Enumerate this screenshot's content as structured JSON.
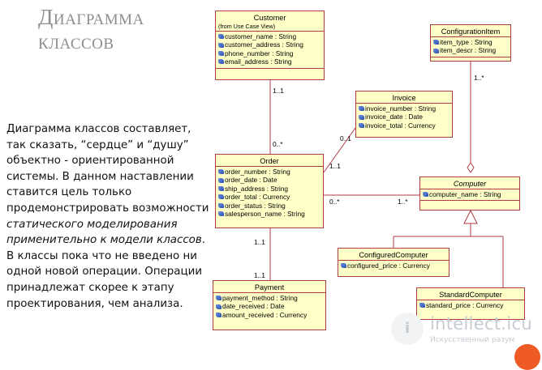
{
  "slide": {
    "title_line1": "Диаграмма",
    "title_line2": "классов",
    "paragraph1_part1": "Диаграмма классов составляет, так сказать, “сердце” и “душу” объектно - ориентированной системы. В данном наставлении ставится цель только продемонстрировать возможности ",
    "paragraph1_em": "статического моделирования применительно к модели классов",
    "paragraph1_end": ".",
    "paragraph2": "В классы пока что не введено ни одной новой операции. Операции принадлежат скорее к этапу проектирования, чем анализа."
  },
  "classes": {
    "customer": {
      "name": "Customer",
      "stereotype": "(from Use Case View)",
      "attributes": [
        "customer_name : String",
        "customer_address : String",
        "phone_number : String",
        "email_address : String"
      ]
    },
    "configuration_item": {
      "name": "ConfigurationItem",
      "attributes": [
        "item_type : String",
        "item_descr : String"
      ]
    },
    "invoice": {
      "name": "Invoice",
      "attributes": [
        "invoice_number : String",
        "invoice_date : Date",
        "invoice_total : Currency"
      ]
    },
    "order": {
      "name": "Order",
      "attributes": [
        "order_number : String",
        "order_date : Date",
        "ship_address : String",
        "order_total : Currency",
        "order_status : String",
        "salesperson_name : String"
      ]
    },
    "computer": {
      "name": "Computer",
      "attributes": [
        "computer_name : String"
      ]
    },
    "configured_computer": {
      "name": "ConfiguredComputer",
      "attributes": [
        "configured_price : Currency"
      ]
    },
    "standard_computer": {
      "name": "StandardComputer",
      "attributes": [
        "standard_price : Currency"
      ]
    },
    "payment": {
      "name": "Payment",
      "attributes": [
        "payment_method : String",
        "date_received : Date",
        "amount_received : Currency"
      ]
    }
  },
  "multiplicities": {
    "customer_end": "1..1",
    "order_customer_end": "0..*",
    "invoice_order_end": "0..1",
    "order_invoice_end": "1..1",
    "config_end": "1..*",
    "order_computer_end": "0..*",
    "computer_order_end": "1..*",
    "order_payment_end": "1..1",
    "payment_end": "1..1"
  },
  "watermark": {
    "logo_text": "i",
    "title": "intellect.icu",
    "subtitle": "Искусственный разум"
  },
  "colors": {
    "class_fill": "#ffffc8",
    "class_border": "#b03a46",
    "association_line": "#b03a46",
    "title_gray": "#8e8e8e",
    "accent_orange": "#ee5a24"
  }
}
